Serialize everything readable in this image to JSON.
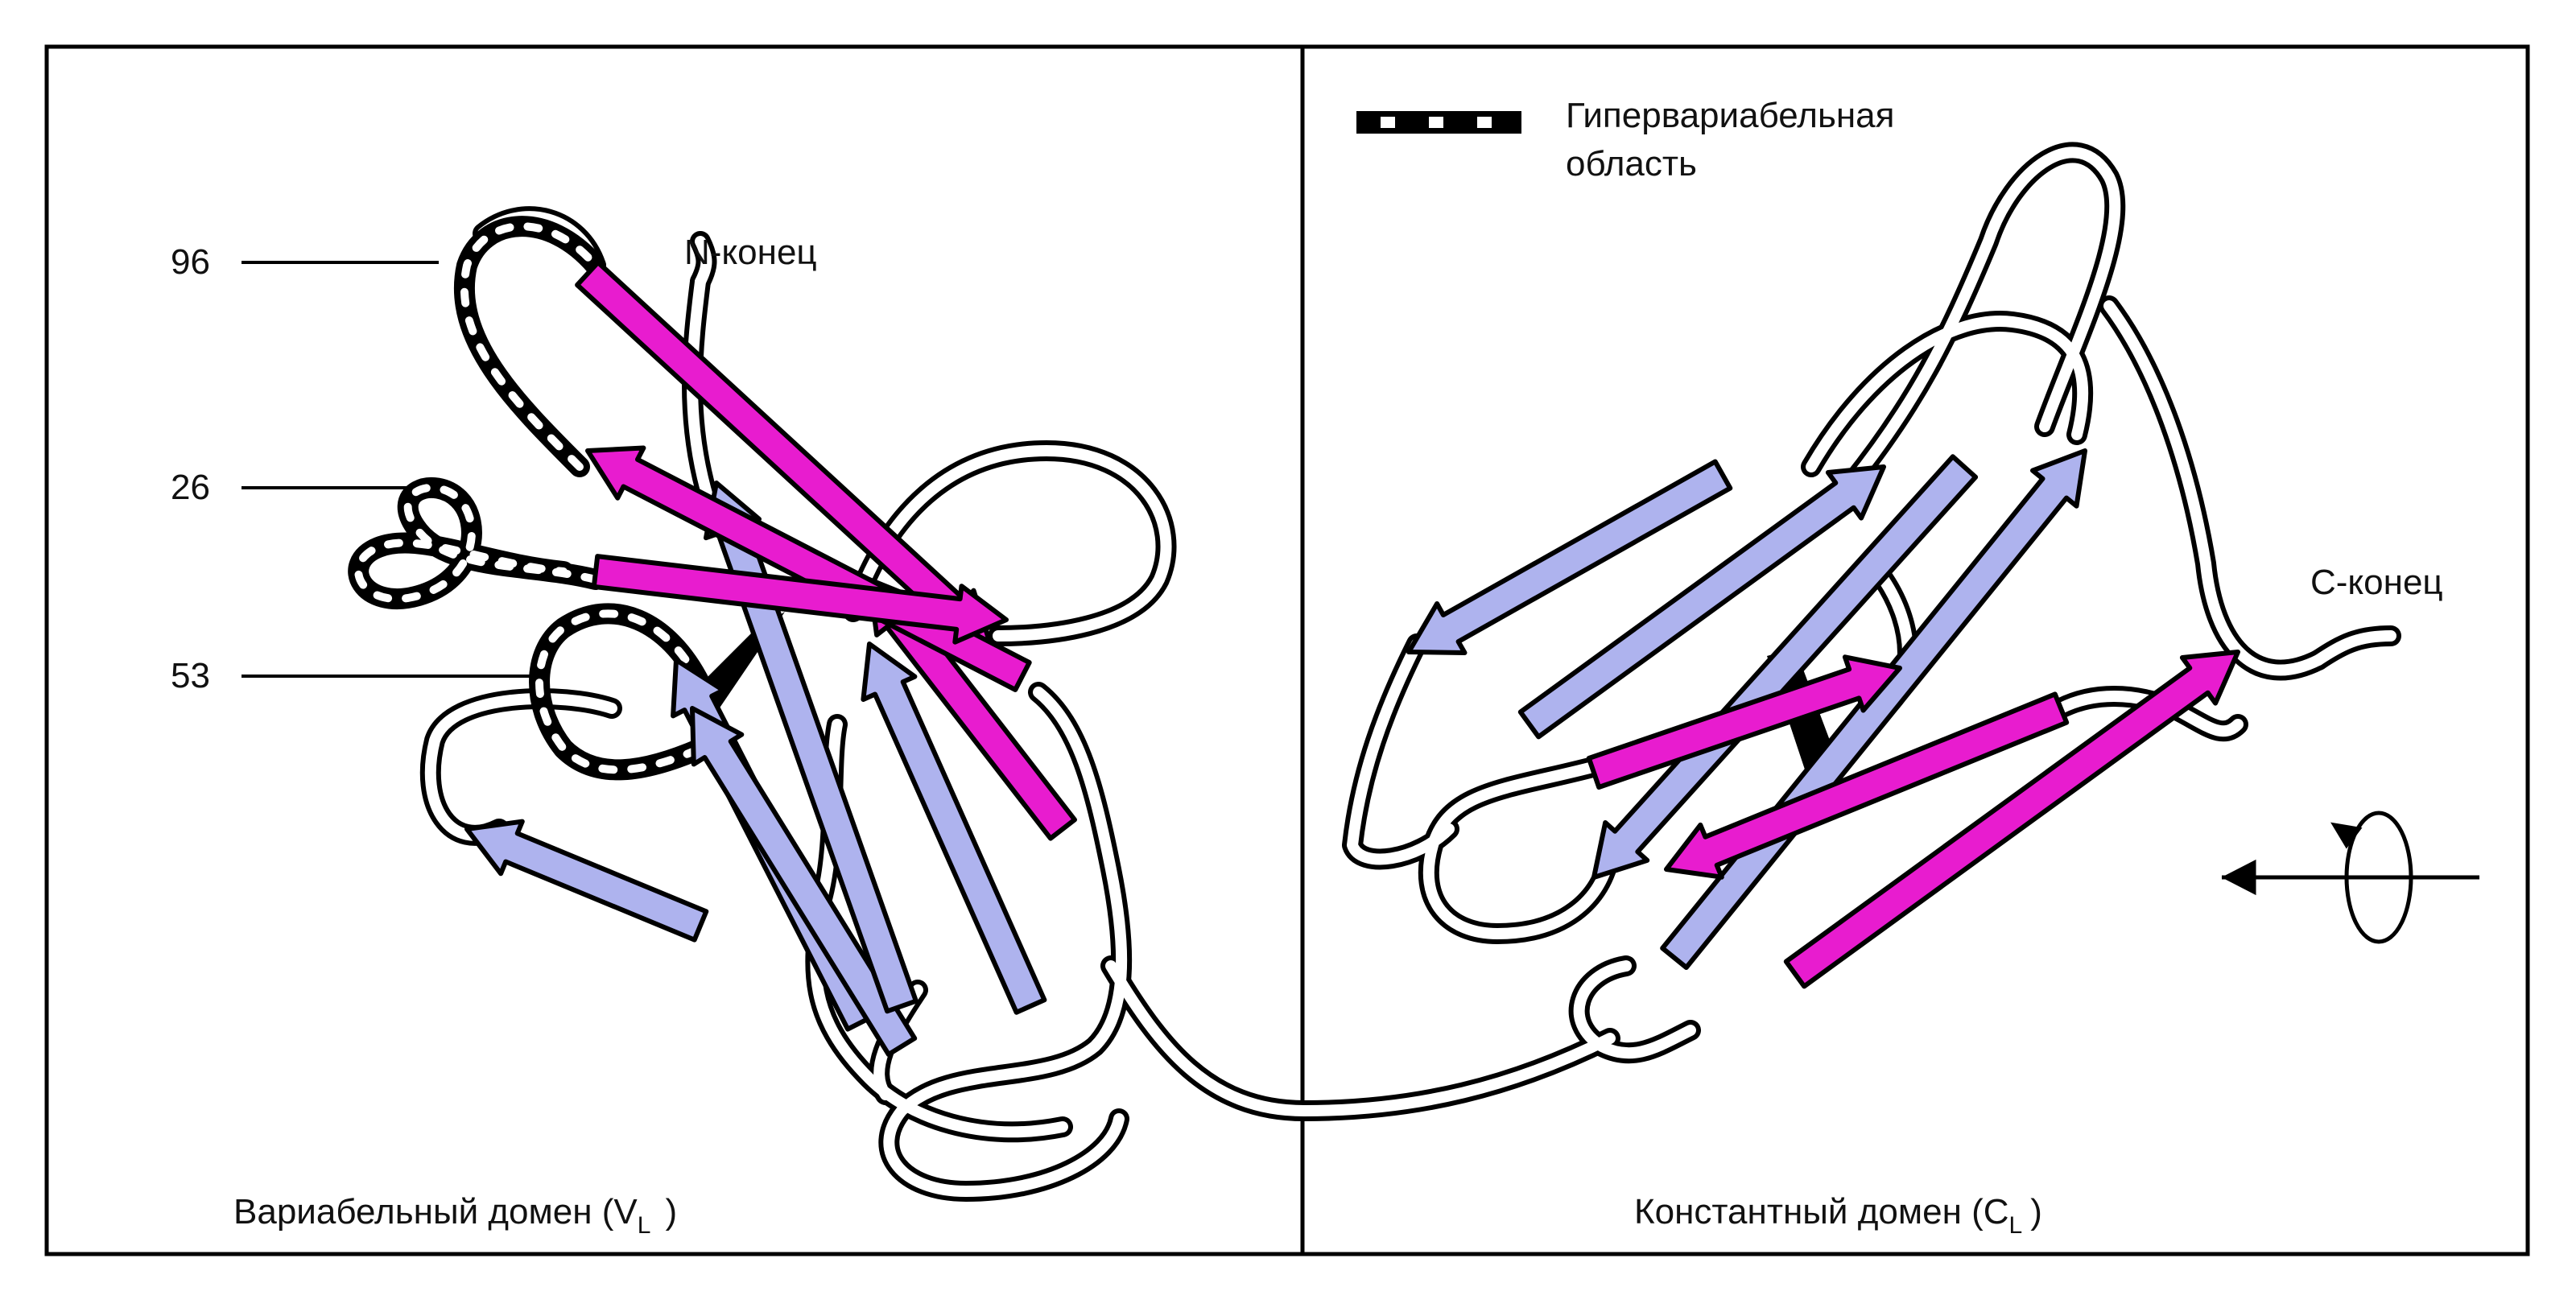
{
  "legend": {
    "hypervariable_line1": "Гипервариабельная",
    "hypervariable_line2": "область"
  },
  "residues": {
    "r96": "96",
    "r26": "26",
    "r53": "53"
  },
  "termini": {
    "n_term": "N-конец",
    "c_term": "C-конец"
  },
  "domains": {
    "variable_prefix": "Вариабельный домен (V",
    "variable_sub": "L",
    "variable_suffix": ")",
    "constant_prefix": "Константный домен (C",
    "constant_sub": "L",
    "constant_suffix": ")"
  },
  "colors": {
    "strand_magenta": "#e81ccf",
    "strand_lavender": "#aeb3ee",
    "outline": "#000000",
    "loop_fill": "#ffffff"
  }
}
